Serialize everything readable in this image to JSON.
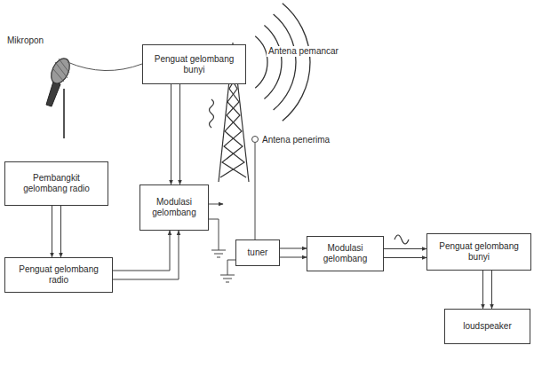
{
  "diagram": {
    "nodes": [
      {
        "text": [
          "Penguat gelombang bunyi"
        ]
      },
      {
        "text": [
          "Pembangkit gelombang radio"
        ]
      },
      {
        "text": [
          "Modulasi gelombang"
        ]
      },
      {
        "text": [
          "Penguat gelombang radio"
        ]
      },
      {
        "text": [
          "tuner"
        ]
      },
      {
        "text": [
          "Modulasi gelombang"
        ]
      },
      {
        "text": [
          "Penguat gelombang bunyi"
        ]
      },
      {
        "text": [
          "loudspeaker"
        ]
      }
    ],
    "edges": [
      {
        "from": 0,
        "to": 2,
        "arrow": "to"
      },
      {
        "from": 1,
        "to": 3,
        "arrow": "to"
      },
      {
        "from": 3,
        "to": 2,
        "arrow": "to"
      },
      {
        "from": 4,
        "to": 5,
        "arrow": "to"
      },
      {
        "from": 5,
        "to": 6,
        "arrow": "to"
      },
      {
        "from": 6,
        "to": 7,
        "arrow": "to"
      }
    ],
    "labels": [
      "Mikropon",
      "Antena pemancar",
      "Antena penerima"
    ]
  }
}
